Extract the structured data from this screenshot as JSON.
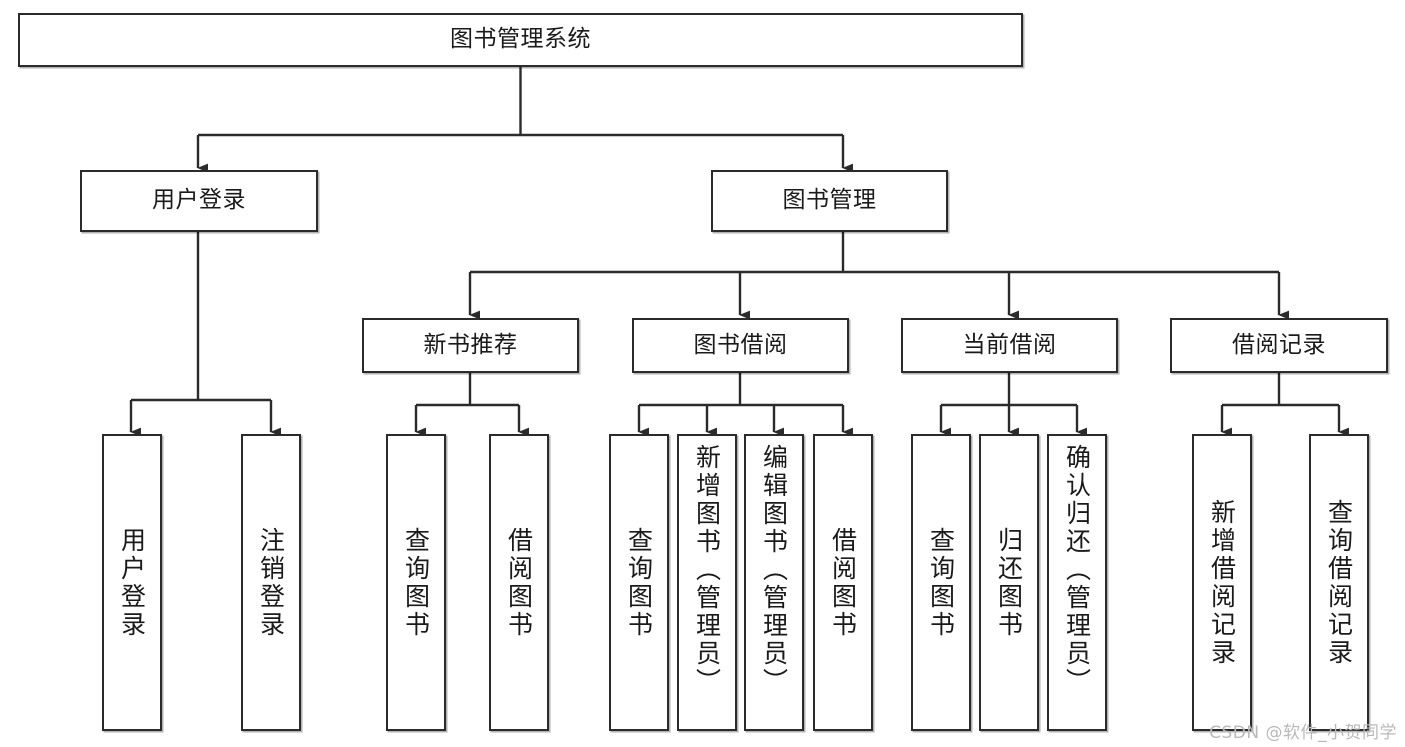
{
  "diagram": {
    "title": "图书管理系统",
    "type": "功能结构图",
    "stroke_color": "#2b2b2b",
    "text_color": "#1a1a1a",
    "background": "#ffffff",
    "nodes": {
      "root": {
        "label": "图书管理系统"
      },
      "level2": [
        {
          "id": "user-login",
          "label": "用户登录"
        },
        {
          "id": "book-manage",
          "label": "图书管理"
        }
      ],
      "level3": [
        {
          "id": "new-book-recommend",
          "label": "新书推荐"
        },
        {
          "id": "book-borrow",
          "label": "图书借阅"
        },
        {
          "id": "current-borrow",
          "label": "当前借阅"
        },
        {
          "id": "borrow-record",
          "label": "借阅记录"
        }
      ],
      "leaves": {
        "user_login": [
          {
            "id": "leaf-user-login",
            "label": "用户登录"
          },
          {
            "id": "leaf-logout-login",
            "label": "注销登录"
          }
        ],
        "new_book_recommend": [
          {
            "id": "leaf-query-book-1",
            "label": "查询图书"
          },
          {
            "id": "leaf-borrow-book-1",
            "label": "借阅图书"
          }
        ],
        "book_borrow": [
          {
            "id": "leaf-query-book-2",
            "label": "查询图书"
          },
          {
            "id": "leaf-add-book",
            "label": "新增图书（管理员）"
          },
          {
            "id": "leaf-edit-book",
            "label": "编辑图书（管理员）"
          },
          {
            "id": "leaf-borrow-book-2",
            "label": "借阅图书"
          }
        ],
        "current_borrow": [
          {
            "id": "leaf-query-book-3",
            "label": "查询图书"
          },
          {
            "id": "leaf-return-book",
            "label": "归还图书"
          },
          {
            "id": "leaf-confirm-return",
            "label": "确认归还（管理员）"
          }
        ],
        "borrow_record": [
          {
            "id": "leaf-add-record",
            "label": "新增借阅记录"
          },
          {
            "id": "leaf-query-record",
            "label": "查询借阅记录"
          }
        ]
      }
    }
  },
  "watermark": {
    "text": "CSDN @软件_小贺同学"
  }
}
